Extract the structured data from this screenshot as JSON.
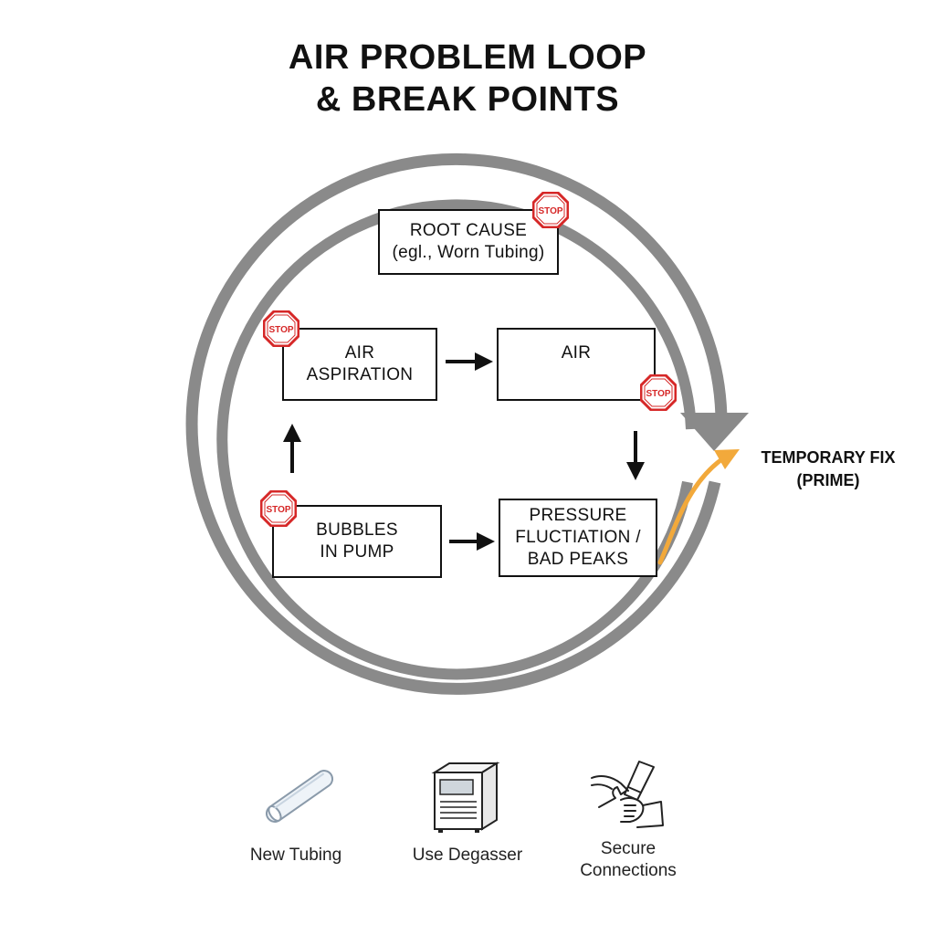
{
  "title": {
    "line1": "AIR PROBLEM LOOP",
    "line2": "& BREAK POINTS"
  },
  "loop": {
    "root_cause": {
      "line1": "ROOT CAUSE",
      "line2": "(egl., Worn Tubing)"
    },
    "air_aspiration": {
      "line1": "AIR",
      "line2": "ASPIRATION"
    },
    "air": {
      "line1": "AIR"
    },
    "bubbles": {
      "line1": "BUBBLES",
      "line2": "IN PUMP"
    },
    "pressure": {
      "line1": "PRESSURE",
      "line2": "FLUCTIATION /",
      "line3": "BAD PEAKS"
    },
    "stop_label": "STOP"
  },
  "temporary_fix": {
    "line1": "TEMPORARY FIX",
    "line2": "(PRIME)"
  },
  "solutions": [
    {
      "icon": "tubing-icon",
      "label": "New Tubing"
    },
    {
      "icon": "degasser-icon",
      "label": "Use Degasser"
    },
    {
      "icon": "hand-wrench-icon",
      "line1": "Secure",
      "line2": "Connections"
    }
  ],
  "colors": {
    "loop_ring": "#8a8a8a",
    "stop_red": "#d62828",
    "fix_arrow": "#f2a93b",
    "text": "#111111"
  }
}
